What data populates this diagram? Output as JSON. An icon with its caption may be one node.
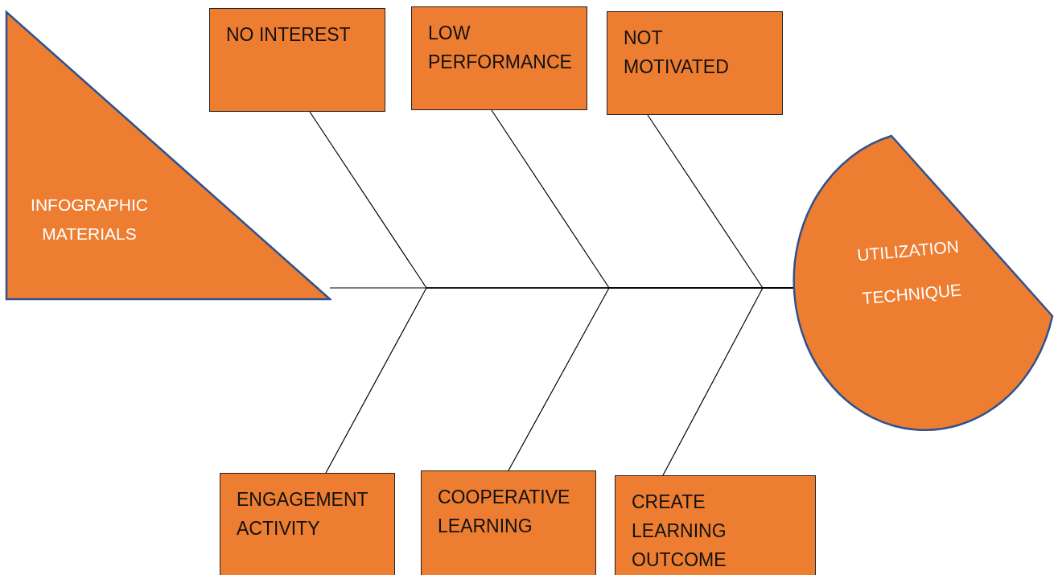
{
  "diagram": {
    "nodes": [
      {
        "text": [
          "INFOGRAPHIC MATERIALS"
        ]
      },
      {
        "text": [
          "NO INTEREST"
        ]
      },
      {
        "text": [
          "LOW PERFORMANCE"
        ]
      },
      {
        "text": [
          "NOT MOTIVATED"
        ]
      },
      {
        "text": [
          "UTILIZATION TECHNIQUE"
        ]
      },
      {
        "text": [
          "ENGAGEMENT ACTIVITY"
        ]
      },
      {
        "text": [
          "COOPERATIVE LEARNING"
        ]
      },
      {
        "text": [
          "CREATE LEARNING OUTCOME"
        ]
      }
    ],
    "edges": [
      {
        "from": 0,
        "to": 4,
        "arrow": "none"
      },
      {
        "from": 1,
        "to": 4,
        "arrow": "none"
      },
      {
        "from": 2,
        "to": 4,
        "arrow": "none"
      },
      {
        "from": 3,
        "to": 4,
        "arrow": "none"
      },
      {
        "from": 5,
        "to": 4,
        "arrow": "none"
      },
      {
        "from": 6,
        "to": 4,
        "arrow": "none"
      },
      {
        "from": 7,
        "to": 4,
        "arrow": "none"
      }
    ]
  }
}
